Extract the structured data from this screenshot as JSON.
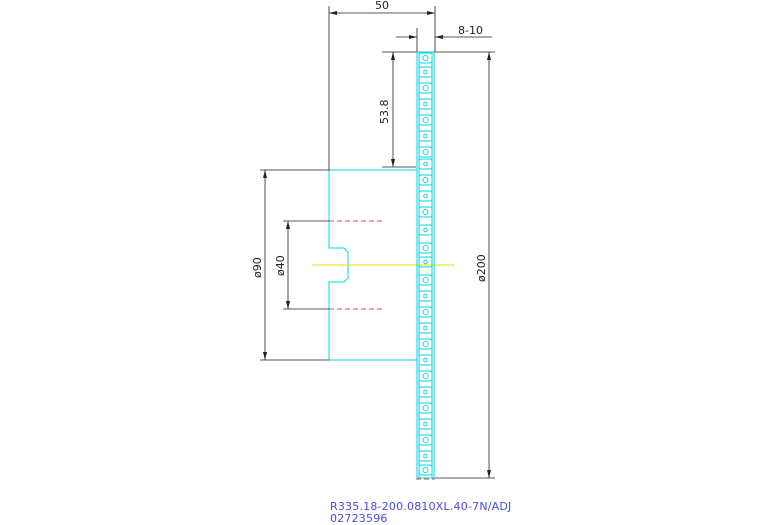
{
  "dimensions": {
    "width_offset": "50",
    "insert_width": "8-10",
    "insert_offset": "53.8",
    "hub_diameter": "ø90",
    "bore_diameter": "ø40",
    "cutter_diameter": "ø200"
  },
  "caption": {
    "part_number": "R335.18-200.0810XL.40-7N/ADJ",
    "code": "02723596"
  },
  "colors": {
    "outline": "#00d8e6",
    "dimension": "#222222",
    "centerline": "#e04848",
    "axis": "#e8e000",
    "caption": "#4a4adf"
  }
}
